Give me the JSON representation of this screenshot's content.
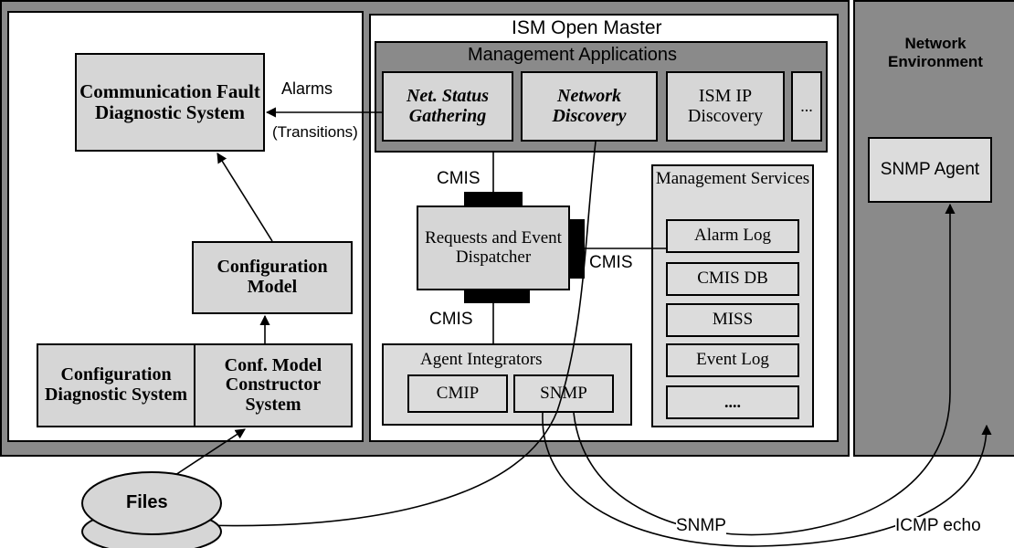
{
  "title": "ISM Open Master",
  "management_applications": {
    "title": "Management Applications",
    "items": [
      "Net. Status Gathering",
      "Network Discovery",
      "ISM IP Discovery",
      "..."
    ]
  },
  "left_panel": {
    "communication_fault": "Communication Fault Diagnostic System",
    "configuration_model": "Configuration Model",
    "configuration_diagnostic": "Configuration Diagnostic System",
    "conf_model_constructor": "Conf. Model Constructor System"
  },
  "alarms_label": "Alarms",
  "transitions_label": "(Transitions)",
  "dispatcher": "Requests and Event Dispatcher",
  "cmis_labels": [
    "CMIS",
    "CMIS",
    "CMIS"
  ],
  "management_services": {
    "title": "Management Services",
    "items": [
      "Alarm Log",
      "CMIS DB",
      "MISS",
      "Event Log",
      "...."
    ]
  },
  "agent_integrators": {
    "title": "Agent Integrators",
    "items": [
      "CMIP",
      "SNMP"
    ]
  },
  "network_environment": {
    "title": "Network Environment",
    "agent": "SNMP Agent"
  },
  "files_label": "Files",
  "bottom_labels": {
    "snmp": "SNMP",
    "icmp": "ICMP echo"
  }
}
